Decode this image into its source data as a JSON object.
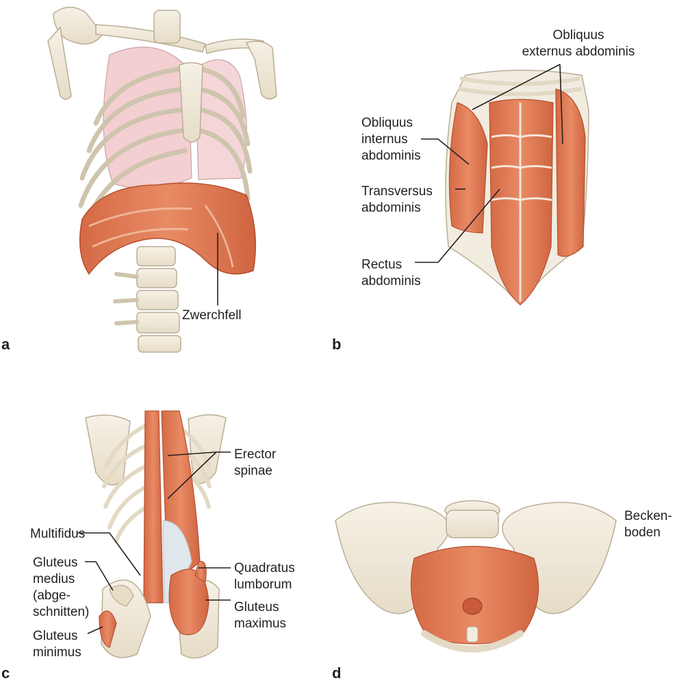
{
  "panels": [
    {
      "letter": "a",
      "labels": {
        "zwerchfell": "Zwerchfell"
      }
    },
    {
      "letter": "b",
      "labels": {
        "obliquus_externus_1": "Obliquus",
        "obliquus_externus_2": "externus abdominis",
        "obliquus_internus_1": "Obliquus",
        "obliquus_internus_2": "internus",
        "obliquus_internus_3": "abdominis",
        "transversus_1": "Transversus",
        "transversus_2": "abdominis",
        "rectus_1": "Rectus",
        "rectus_2": "abdominis"
      }
    },
    {
      "letter": "c",
      "labels": {
        "erector_1": "Erector",
        "erector_2": "spinae",
        "multifidus": "Multifidus",
        "gluteus_medius_1": "Gluteus",
        "gluteus_medius_2": "medius",
        "gluteus_medius_3": "(abge-",
        "gluteus_medius_4": "schnitten)",
        "gluteus_minimus_1": "Gluteus",
        "gluteus_minimus_2": "minimus",
        "quadratus_1": "Quadratus",
        "quadratus_2": "lumborum",
        "gluteus_maximus_1": "Gluteus",
        "gluteus_maximus_2": "maximus"
      }
    },
    {
      "letter": "d",
      "labels": {
        "beckenboden_1": "Becken-",
        "beckenboden_2": "boden"
      }
    }
  ],
  "colors": {
    "muscle": "#e07a55",
    "muscle_dark": "#c85a3a",
    "bone": "#efe8d8",
    "bone_edge": "#b9ad95",
    "lung": "#f3cfd1",
    "text": "#231f20"
  }
}
